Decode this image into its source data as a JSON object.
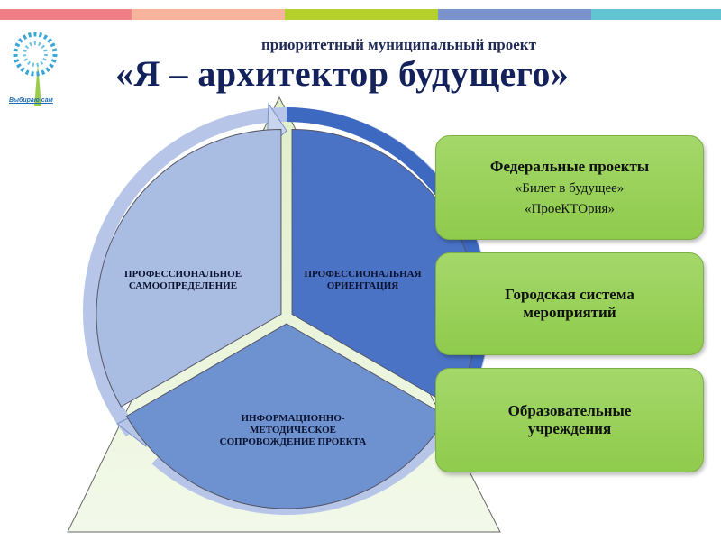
{
  "header": {
    "subtitle": "приоритетный муниципальный проект",
    "title": "«Я – архитектор будущего»",
    "logo_text": "Выбираю сам",
    "stripe_colors": [
      "#f07f87",
      "#f7b39c",
      "#b5cf2d",
      "#7b93cc",
      "#63c4d1"
    ]
  },
  "cycle": {
    "segments": [
      {
        "label": "ПРОФЕССИОНАЛЬНОЕ САМООПРЕДЕЛЕНИЕ",
        "color": "#a9bce2"
      },
      {
        "label": "ПРОФЕССИОНАЛЬНАЯ ОРИЕНТАЦИЯ",
        "color": "#4a73c5"
      },
      {
        "label": "ИНФОРМАЦИОННО-МЕТОДИЧЕСКОЕ СОПРОВОЖДЕНИЕ ПРОЕКТА",
        "color": "#6e92cf"
      }
    ]
  },
  "boxes": [
    {
      "title": "Федеральные проекты",
      "lines": [
        "«Билет в будущее»",
        "«ПроеКТОрия»"
      ]
    },
    {
      "title": "Городская система мероприятий"
    },
    {
      "title": "Образовательные учреждения"
    }
  ]
}
